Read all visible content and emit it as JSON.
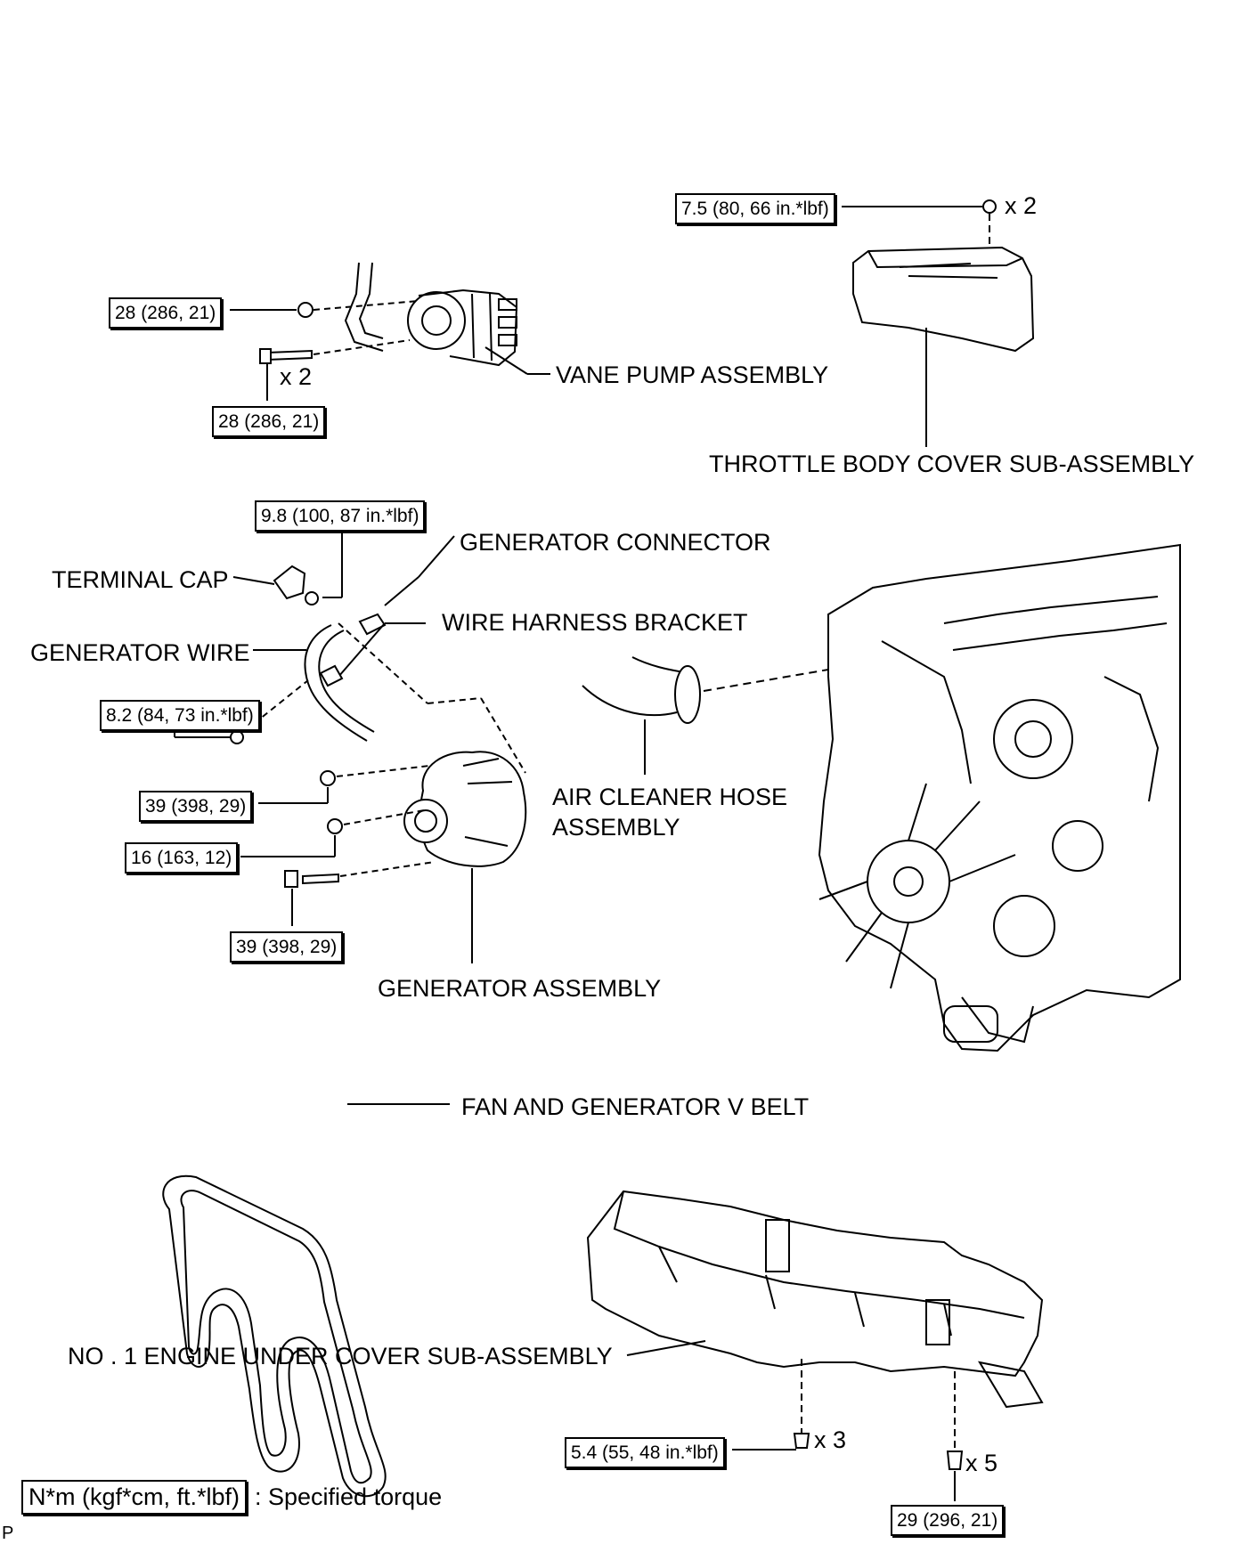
{
  "labels": {
    "vane_pump": "VANE PUMP ASSEMBLY",
    "throttle_cover": "THROTTLE BODY COVER SUB-ASSEMBLY",
    "generator_connector": "GENERATOR CONNECTOR",
    "terminal_cap": "TERMINAL CAP",
    "wire_harness_bracket": "WIRE HARNESS BRACKET",
    "generator_wire": "GENERATOR WIRE",
    "air_cleaner_hose_1": "AIR CLEANER HOSE",
    "air_cleaner_hose_2": "ASSEMBLY",
    "generator_assembly": "GENERATOR ASSEMBLY",
    "fan_belt": "FAN AND GENERATOR V BELT",
    "under_cover": "NO . 1 ENGINE UNDER COVER SUB-ASSEMBLY"
  },
  "torques": {
    "throttle_nut": "7.5 (80, 66 in.*lbf)",
    "pump_nut": "28 (286, 21)",
    "pump_bolt": "28 (286, 21)",
    "terminal_nut": "9.8 (100, 87 in.*lbf)",
    "bracket_bolt": "8.2 (84, 73 in.*lbf)",
    "gen_nut_upper": "39 (398, 29)",
    "gen_nut_lower": "16 (163, 12)",
    "gen_bolt": "39 (398, 29)",
    "cover_bolt_a": "5.4 (55, 48 in.*lbf)",
    "cover_bolt_b": "29 (296, 21)"
  },
  "quantities": {
    "throttle_nut": "x 2",
    "pump_bolt": "x 2",
    "cover_bolt_a": "x 3",
    "cover_bolt_b": "x 5"
  },
  "legend": {
    "box": "N*m (kgf*cm, ft.*lbf)",
    "text": ": Specified torque"
  },
  "corner_mark": "P"
}
